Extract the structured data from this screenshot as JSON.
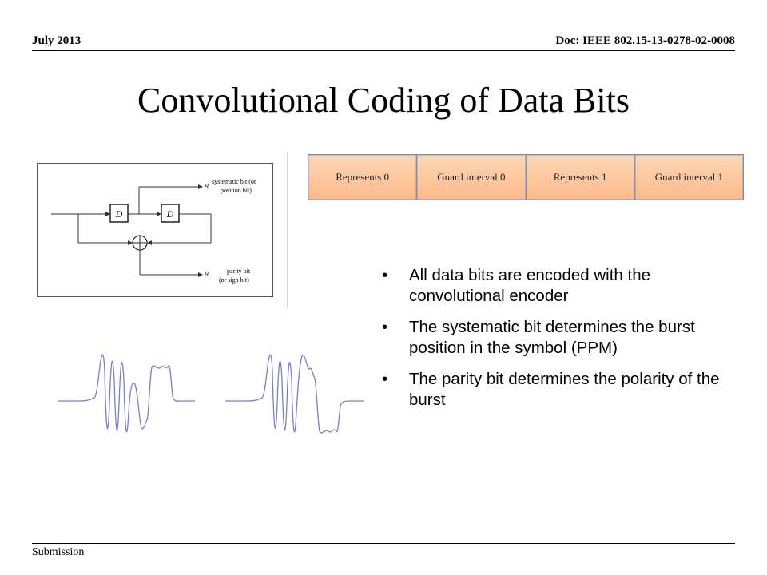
{
  "header": {
    "date": "July 2013",
    "doc_id": "Doc: IEEE 802.15-13-0278-02-0008"
  },
  "title": "Convolutional Coding of Data Bits",
  "encoder_figure": {
    "delay1": "D",
    "delay2": "D",
    "out1_symbol": "g",
    "out1_label_line1": "systematic bit (or",
    "out1_label_line2": "position bit)",
    "out2_symbol": "g",
    "out2_label_line1": "parity bit",
    "out2_label_line2": "(or sign bit)"
  },
  "symbol_segments": [
    {
      "label": "Represents 0"
    },
    {
      "label": "Guard interval 0"
    },
    {
      "label": "Represents 1"
    },
    {
      "label": "Guard interval 1"
    }
  ],
  "bullets": [
    {
      "marker": "•",
      "text": "All data bits are encoded with the convolutional encoder"
    },
    {
      "marker": "•",
      "text": "The systematic bit determines the burst position in the symbol (PPM)"
    },
    {
      "marker": "•",
      "text": "The parity bit determines the polarity of the burst"
    }
  ],
  "footer": {
    "label": "Submission"
  },
  "colors": {
    "segment_fill": "#fbb98a",
    "segment_border": "#7a8fb0",
    "waveform": "#7b7fc4"
  }
}
